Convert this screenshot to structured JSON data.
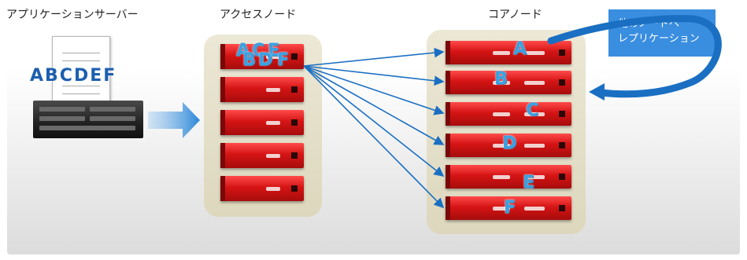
{
  "headers": {
    "app_server": "アプリケーションサーバー",
    "access_node": "アクセスノード",
    "core_node": "コアノード"
  },
  "app_data": "ABCDEF",
  "access_labels": [
    "A",
    "C",
    "E",
    "B",
    "D",
    "F"
  ],
  "core_labels": [
    "A",
    "B",
    "C",
    "D",
    "E",
    "F"
  ],
  "callout": {
    "line1": "他のノードへ",
    "line2": "レプリケーション"
  },
  "colors": {
    "server_red": "#d51414",
    "letter_blue": "#3aa0e2",
    "arrow_blue": "#1a6fc2",
    "callout_bg": "#3a8ee0",
    "panel_beige": "#e3ddc5"
  }
}
